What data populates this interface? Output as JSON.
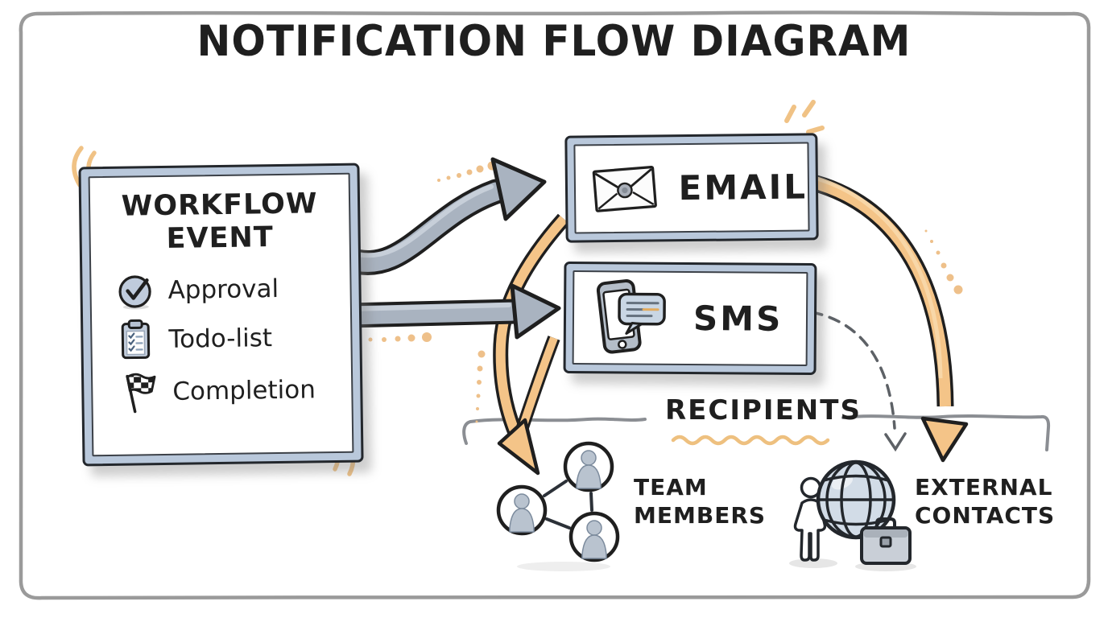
{
  "title": "NOTIFICATION FLOW DIAGRAM",
  "workflow": {
    "title_line1": "WORKFLOW",
    "title_line2": "EVENT",
    "items": [
      {
        "icon": "approval-check-icon",
        "label": "Approval"
      },
      {
        "icon": "todo-list-icon",
        "label": "Todo-list"
      },
      {
        "icon": "completion-flag-icon",
        "label": "Completion"
      }
    ]
  },
  "channels": [
    {
      "icon": "email-envelope-icon",
      "label": "EMAIL"
    },
    {
      "icon": "sms-phone-icon",
      "label": "SMS"
    }
  ],
  "recipients": {
    "label": "RECIPIENTS",
    "groups": [
      {
        "icon": "team-network-icon",
        "line1": "TEAM",
        "line2": "MEMBERS"
      },
      {
        "icon": "external-globe-icon",
        "line1": "EXTERNAL",
        "line2": "CONTACTS"
      }
    ]
  },
  "colors": {
    "ink": "#1f1f1f",
    "frame_gray": "#9a9a9a",
    "box_band_blue": "#b9c8db",
    "arrow_gray": "#a9b3c0",
    "accent_orange": "#f2c083",
    "accent_orange_deep": "#eeb96f",
    "dashed_gray": "#5d6166"
  }
}
